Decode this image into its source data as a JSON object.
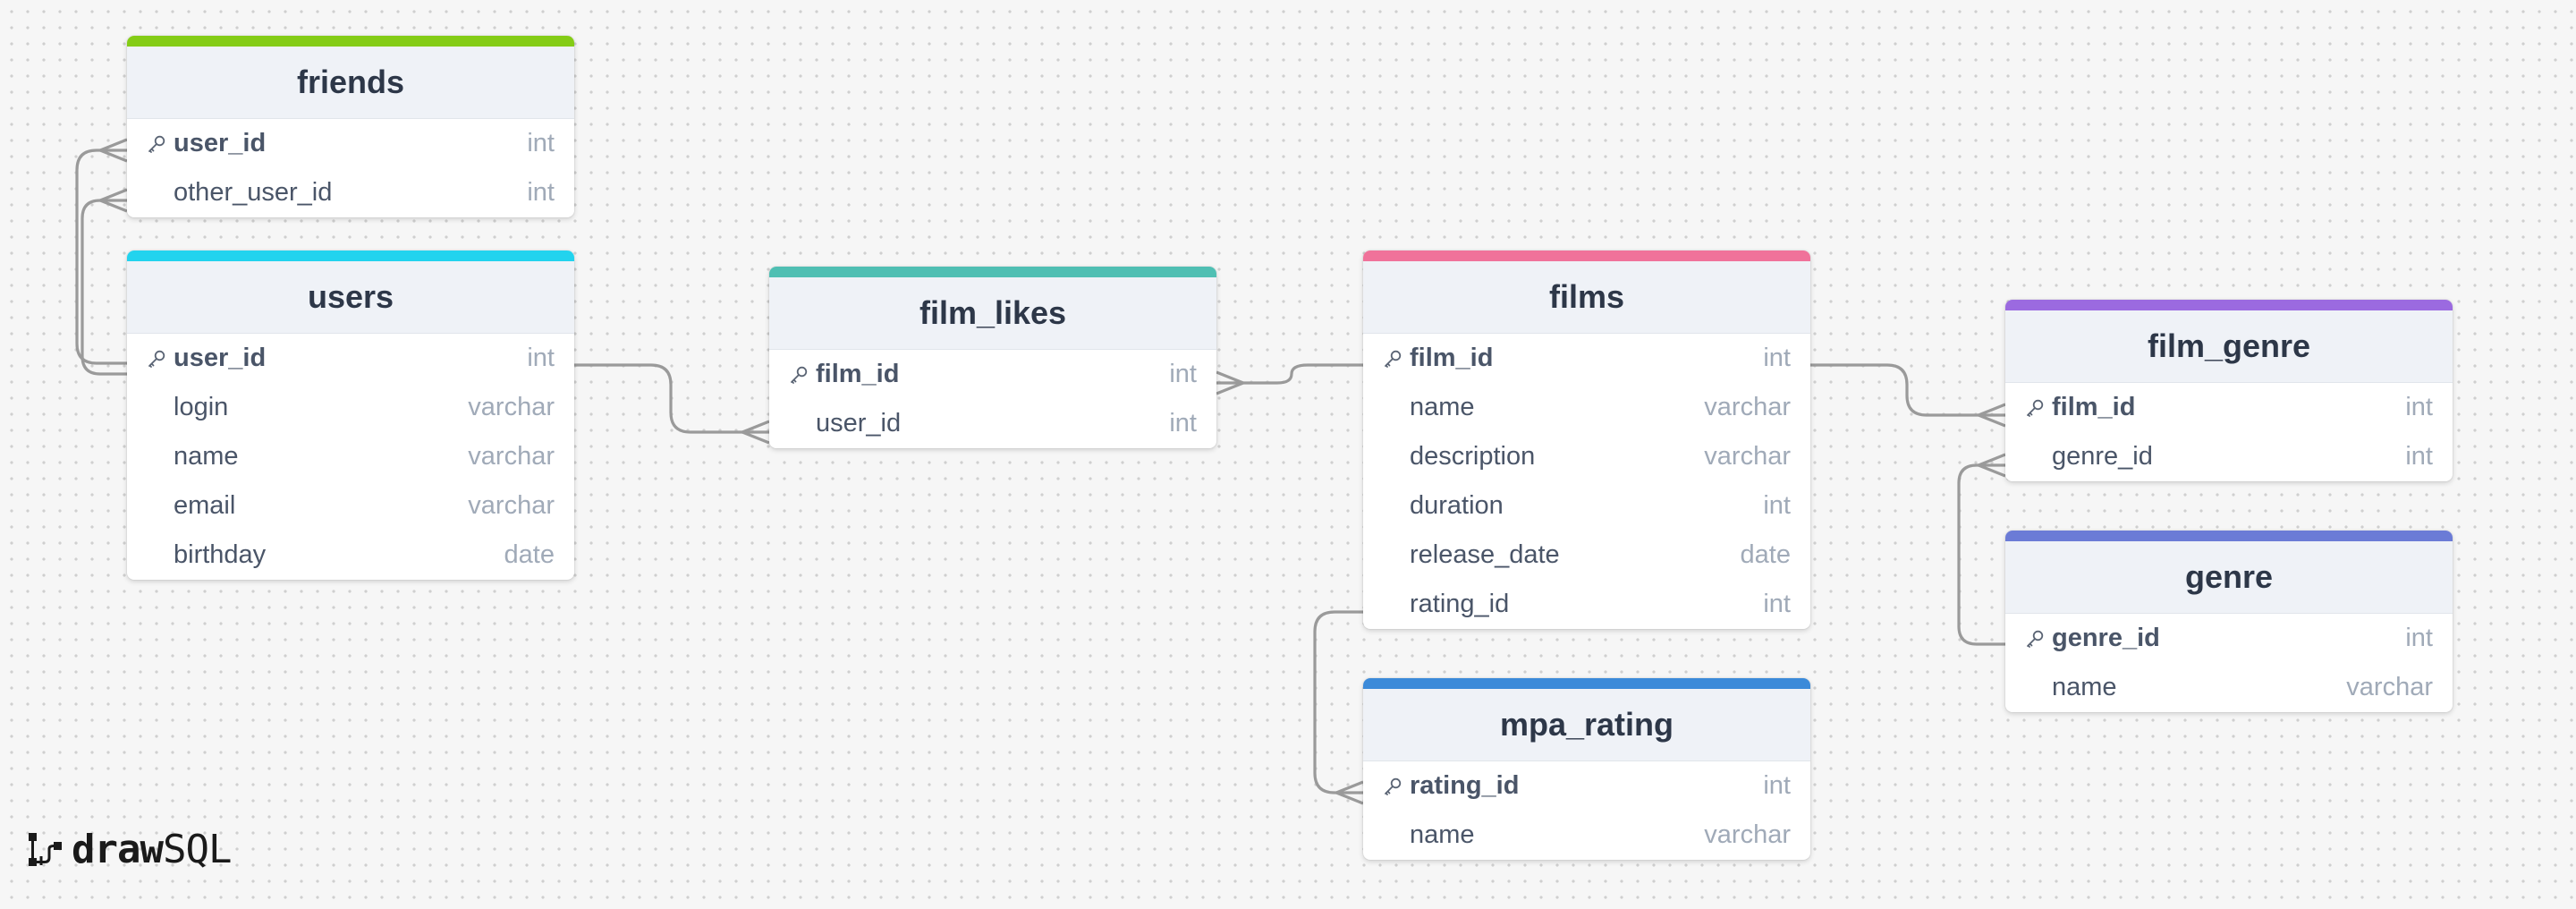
{
  "app": {
    "logo_bold": "draw",
    "logo_regular": "SQL"
  },
  "tables": {
    "friends": {
      "name": "friends",
      "color": "#84cc16",
      "columns": [
        {
          "name": "user_id",
          "type": "int",
          "pk": true
        },
        {
          "name": "other_user_id",
          "type": "int",
          "pk": false
        }
      ]
    },
    "users": {
      "name": "users",
      "color": "#22d3ee",
      "columns": [
        {
          "name": "user_id",
          "type": "int",
          "pk": true
        },
        {
          "name": "login",
          "type": "varchar",
          "pk": false
        },
        {
          "name": "name",
          "type": "varchar",
          "pk": false
        },
        {
          "name": "email",
          "type": "varchar",
          "pk": false
        },
        {
          "name": "birthday",
          "type": "date",
          "pk": false
        }
      ]
    },
    "film_likes": {
      "name": "film_likes",
      "color": "#4fbfb3",
      "columns": [
        {
          "name": "film_id",
          "type": "int",
          "pk": true
        },
        {
          "name": "user_id",
          "type": "int",
          "pk": false
        }
      ]
    },
    "films": {
      "name": "films",
      "color": "#f0729a",
      "columns": [
        {
          "name": "film_id",
          "type": "int",
          "pk": true
        },
        {
          "name": "name",
          "type": "varchar",
          "pk": false
        },
        {
          "name": "description",
          "type": "varchar",
          "pk": false
        },
        {
          "name": "duration",
          "type": "int",
          "pk": false
        },
        {
          "name": "release_date",
          "type": "date",
          "pk": false
        },
        {
          "name": "rating_id",
          "type": "int",
          "pk": false
        }
      ]
    },
    "mpa_rating": {
      "name": "mpa_rating",
      "color": "#3b8ad9",
      "columns": [
        {
          "name": "rating_id",
          "type": "int",
          "pk": true
        },
        {
          "name": "name",
          "type": "varchar",
          "pk": false
        }
      ]
    },
    "film_genre": {
      "name": "film_genre",
      "color": "#9b6ae0",
      "columns": [
        {
          "name": "film_id",
          "type": "int",
          "pk": true
        },
        {
          "name": "genre_id",
          "type": "int",
          "pk": false
        }
      ]
    },
    "genre": {
      "name": "genre",
      "color": "#6b7bd6",
      "columns": [
        {
          "name": "genre_id",
          "type": "int",
          "pk": true
        },
        {
          "name": "name",
          "type": "varchar",
          "pk": false
        }
      ]
    }
  }
}
